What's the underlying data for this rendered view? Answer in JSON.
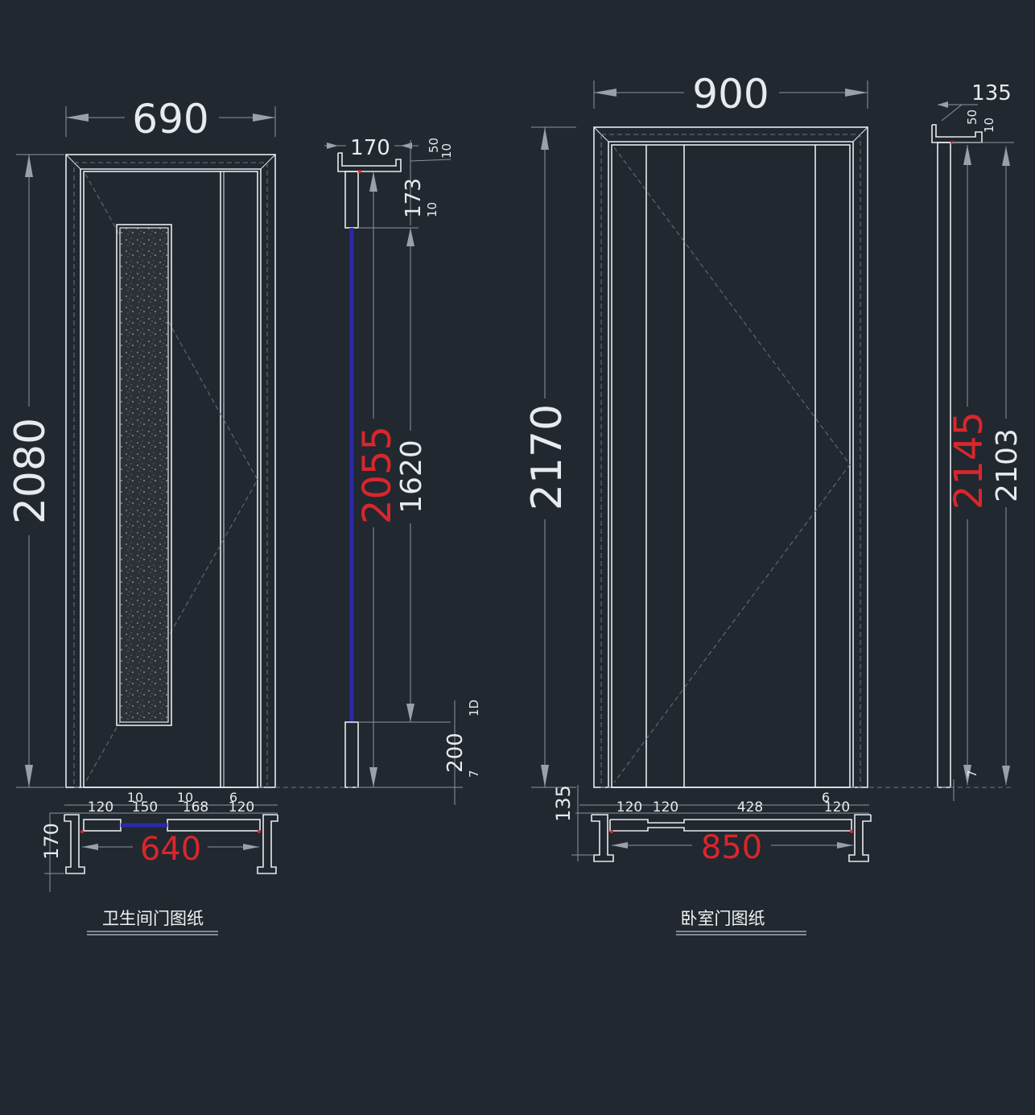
{
  "views": {
    "bathroom": {
      "title": "卫生间门图纸",
      "dims": {
        "width": "690",
        "height": "2080",
        "frame_depth": "170",
        "top_50": "50",
        "top_10": "10",
        "head_173": "173",
        "gap_10a": "10",
        "total_2055": "2055",
        "glass_1620": "1620",
        "gap_10b": "1D",
        "bottom_200": "200",
        "bottom_7": "7",
        "plan_120a": "120",
        "plan_10a": "10",
        "plan_150": "150",
        "plan_10b": "10",
        "plan_168": "168",
        "plan_6": "6",
        "plan_120b": "120",
        "plan_640": "640",
        "plan_170": "170"
      }
    },
    "bedroom": {
      "title": "卧室门图纸",
      "dims": {
        "width": "900",
        "height": "2170",
        "top_135": "135",
        "top_50": "50",
        "top_10": "10",
        "total_2145": "2145",
        "inner_2103": "2103",
        "bottom_7": "7",
        "plan_135": "135",
        "plan_120a": "120",
        "plan_120b": "120",
        "plan_428": "428",
        "plan_6": "6",
        "plan_120c": "120",
        "plan_850": "850"
      }
    }
  },
  "colors": {
    "background": "#212830",
    "line": "#e8eaee",
    "dimension": "#8d939c",
    "highlight_text": "#d9262c",
    "glass_rod": "#2a2aa8"
  }
}
